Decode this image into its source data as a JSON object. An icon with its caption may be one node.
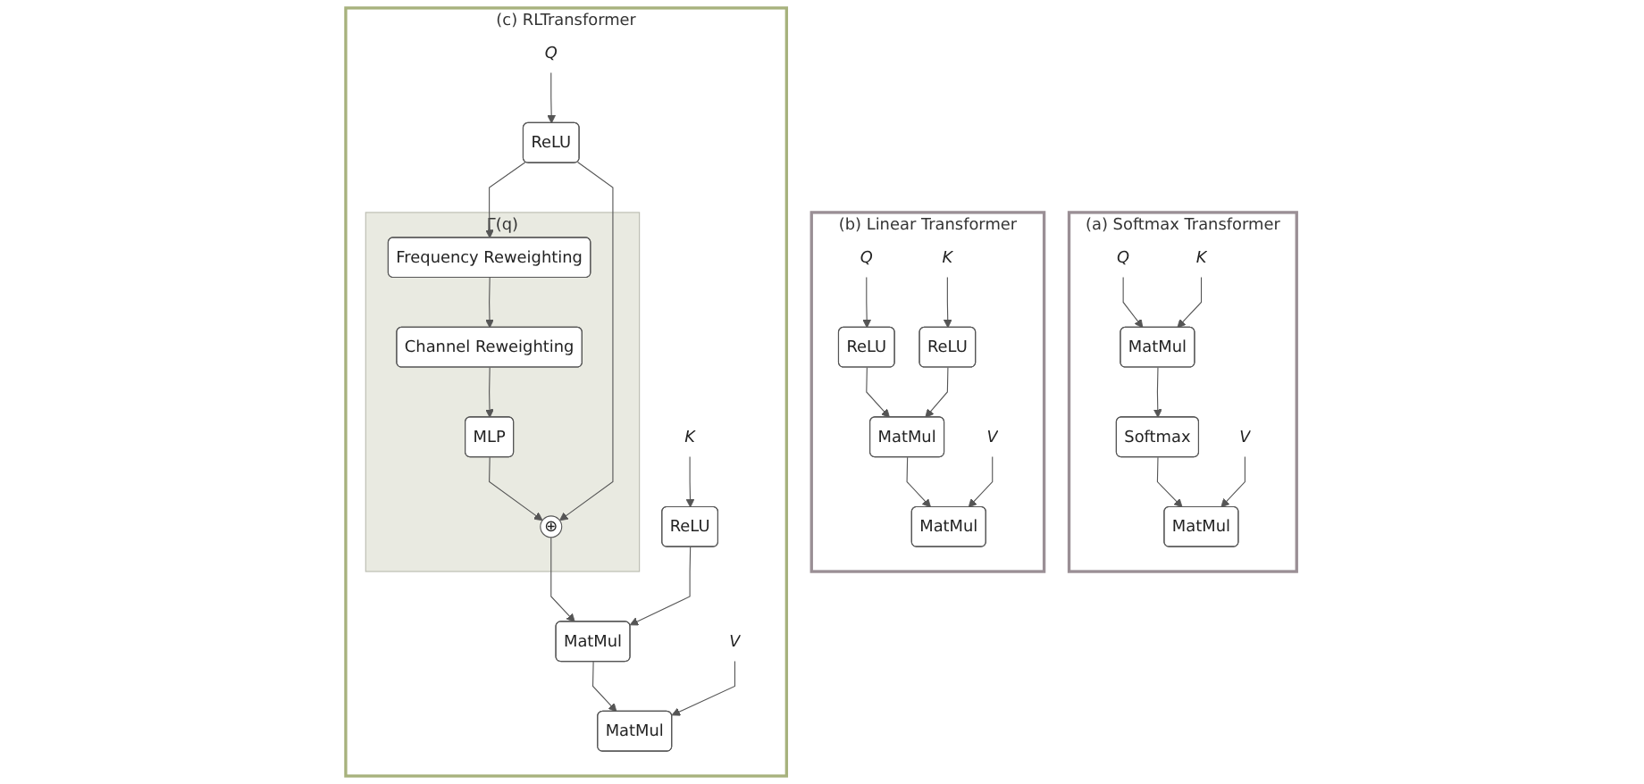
{
  "diagram": {
    "nodes": [
      {
        "text": [
          "(a) Softmax Transformer"
        ]
      },
      {
        "text": [
          "MatMul"
        ],
        "in": 0
      },
      {
        "text": [
          "Softmax"
        ],
        "in": 0
      },
      {
        "text": [
          "MatMul"
        ],
        "in": 0
      },
      {
        "text": [
          "Q"
        ],
        "in": 0
      },
      {
        "text": [
          "K"
        ],
        "in": 0
      },
      {
        "text": [
          "V"
        ],
        "in": 0
      },
      {
        "text": [
          "(b) Linear Transformer"
        ]
      },
      {
        "text": [
          "MatMul"
        ],
        "in": 7
      },
      {
        "text": [
          "MatMul"
        ],
        "in": 7
      },
      {
        "text": [
          "ReLU"
        ],
        "in": 7
      },
      {
        "text": [
          "ReLU"
        ],
        "in": 7
      },
      {
        "text": [
          "Q"
        ],
        "in": 7
      },
      {
        "text": [
          "K"
        ],
        "in": 7
      },
      {
        "text": [
          "V"
        ],
        "in": 7
      },
      {
        "text": [
          "(c) RLTransformer"
        ]
      },
      {
        "text": [
          "MatMul"
        ],
        "in": 15
      },
      {
        "text": [
          "MatMul"
        ],
        "in": 15
      },
      {
        "text": [
          "Γ(q)"
        ],
        "in": 15
      },
      {
        "text": [
          "⊕"
        ],
        "in": 18
      },
      {
        "text": [
          "MLP"
        ],
        "in": 18
      },
      {
        "text": [
          "Channel Reweighting"
        ],
        "in": 18
      },
      {
        "text": [
          "Frequency Reweighting"
        ],
        "in": 18
      },
      {
        "text": [
          "ReLU"
        ],
        "in": 15
      },
      {
        "text": [
          "ReLU"
        ],
        "in": 15
      },
      {
        "text": [
          "Q"
        ],
        "in": 15
      },
      {
        "text": [
          "K"
        ],
        "in": 15
      },
      {
        "text": [
          "V"
        ],
        "in": 15
      }
    ],
    "edges": [
      {
        "from": 4,
        "to": 3,
        "arrow": "to"
      },
      {
        "from": 5,
        "to": 3,
        "arrow": "to"
      },
      {
        "from": 3,
        "to": 2,
        "arrow": "to"
      },
      {
        "from": 2,
        "to": 1,
        "arrow": "to"
      },
      {
        "from": 6,
        "to": 1,
        "arrow": "to"
      },
      {
        "from": 12,
        "to": 10,
        "arrow": "to"
      },
      {
        "from": 13,
        "to": 11,
        "arrow": "to"
      },
      {
        "from": 10,
        "to": 9,
        "arrow": "to"
      },
      {
        "from": 11,
        "to": 9,
        "arrow": "to"
      },
      {
        "from": 9,
        "to": 8,
        "arrow": "to"
      },
      {
        "from": 14,
        "to": 8,
        "arrow": "to"
      },
      {
        "from": 25,
        "to": 23,
        "arrow": "to"
      },
      {
        "from": 23,
        "to": 22,
        "arrow": "to"
      },
      {
        "from": 22,
        "to": 21,
        "arrow": "to"
      },
      {
        "from": 21,
        "to": 20,
        "arrow": "to"
      },
      {
        "from": 20,
        "to": 19,
        "arrow": "to"
      },
      {
        "from": 23,
        "to": 19,
        "arrow": "to"
      },
      {
        "from": 19,
        "to": 17,
        "arrow": "to"
      },
      {
        "from": 24,
        "to": 17,
        "arrow": "to"
      },
      {
        "from": 26,
        "to": 24,
        "arrow": "to"
      },
      {
        "from": 17,
        "to": 16,
        "arrow": "to"
      },
      {
        "from": 27,
        "to": 16,
        "arrow": "to"
      }
    ]
  }
}
